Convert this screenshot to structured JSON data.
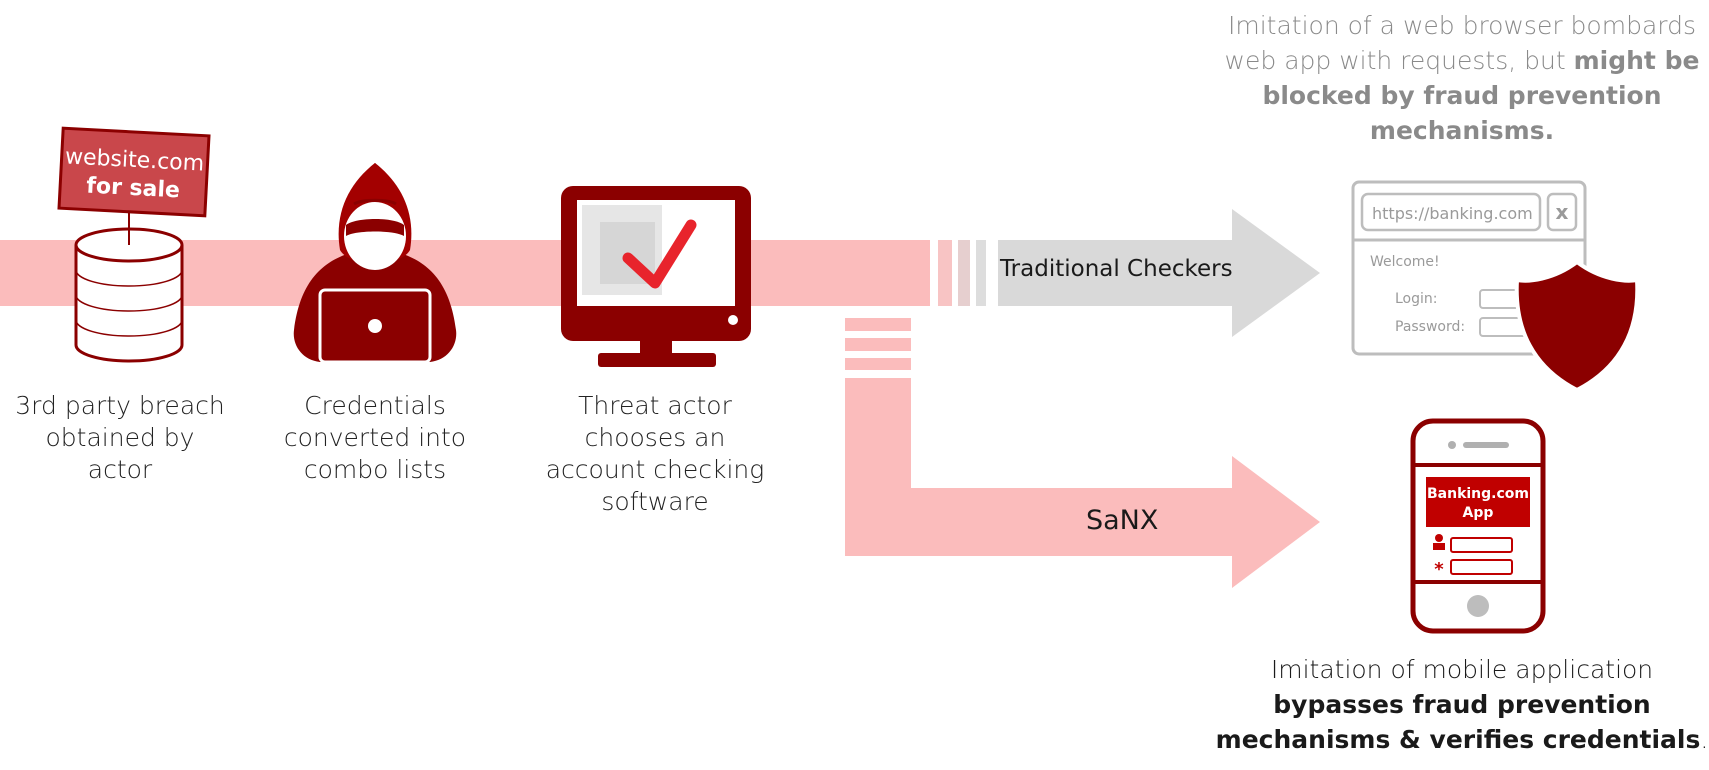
{
  "steps": {
    "breach": {
      "line1": "3rd party breach",
      "line2": "obtained by",
      "line3": "actor"
    },
    "combo": {
      "line1": "Credentials",
      "line2": "converted into",
      "line3": "combo lists"
    },
    "checker": {
      "line1": "Threat actor",
      "line2": "chooses an",
      "line3": "account checking",
      "line4": "software"
    }
  },
  "sign": {
    "line1": "website.com",
    "line2": "for sale"
  },
  "arrows": {
    "traditional": "Traditional Checkers",
    "sanx": "SaNX"
  },
  "browser": {
    "url": "https://banking.com",
    "close": "x",
    "welcome": "Welcome!",
    "login_label": "Login:",
    "password_label": "Password:"
  },
  "phone": {
    "app_line1": "Banking.com",
    "app_line2": "App",
    "user_glyph": "♙",
    "pass_glyph": "*"
  },
  "captions": {
    "top": {
      "line1": "Imitation of a web browser bombards",
      "line2_plain": "web app with requests, but ",
      "line2_bold": "might be",
      "line3_bold": "blocked by fraud prevention",
      "line4_bold": "mechanisms."
    },
    "bottom": {
      "line1": "Imitation of mobile application",
      "line2_bold": "bypasses fraud prevention",
      "line3_bold": "mechanisms & verifies credentials",
      "line3_tail": "."
    }
  },
  "colors": {
    "band": "#fbbcbc",
    "dark_red": "#8b0000",
    "grey_arrow": "#d8d8d8",
    "grey_line": "#b0b0b0",
    "accent_red": "#e8242c"
  },
  "icons": [
    "database-icon",
    "sale-sign-icon",
    "hacker-icon",
    "laptop-icon",
    "monitor-icon",
    "checkmark-icon",
    "browser-window-icon",
    "shield-icon",
    "phone-icon"
  ]
}
